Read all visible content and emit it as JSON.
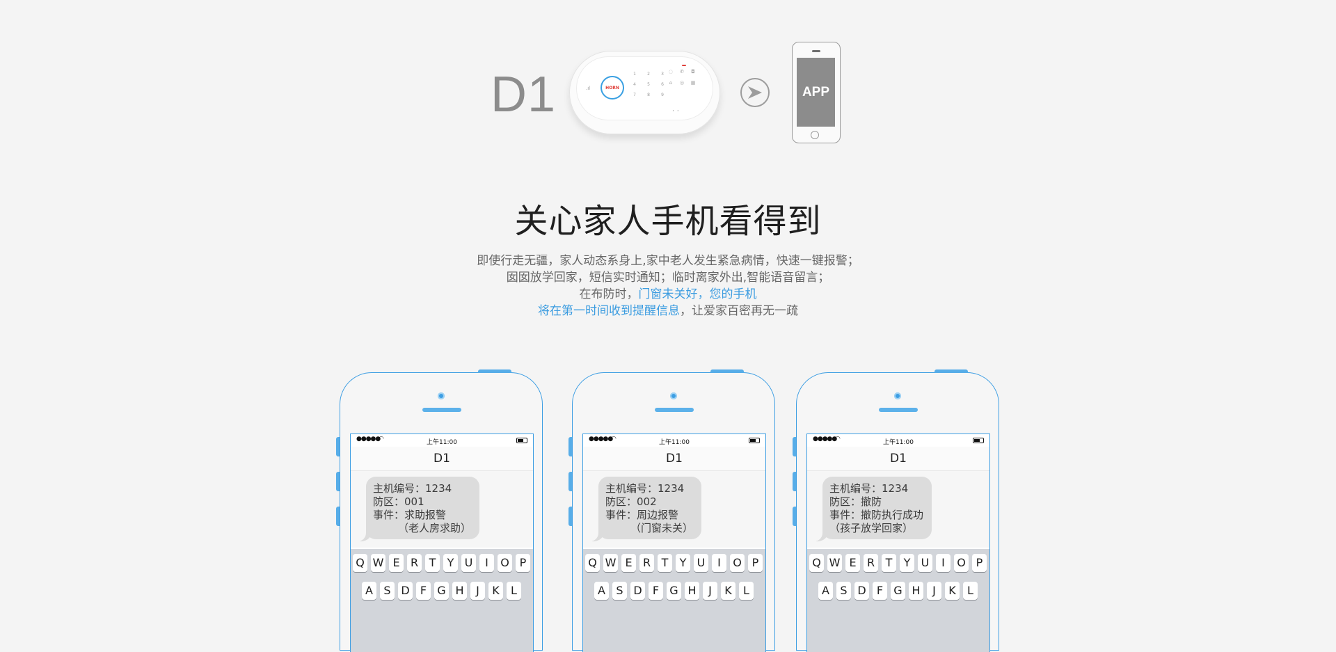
{
  "hero": {
    "model": "D1",
    "device_logo": "HORN",
    "device_keys": [
      "1",
      "2",
      "3",
      "4",
      "5",
      "6",
      "7",
      "8",
      "9"
    ],
    "app_label": "APP"
  },
  "headline": "关心家人手机看得到",
  "description": {
    "line1": "即使行走无疆，家人动态系身上,家中老人发生紧急病情，快速一键报警；",
    "line2": "囡囡放学回家，短信实时通知；临时离家外出,智能语音留言；",
    "line3_plain": "在布防时，",
    "line3_highlight": "门窗未关好，您的手机",
    "line4_highlight": "将在第一时间收到提醒信息",
    "line4_plain": "，让爱家百密再无一疏"
  },
  "colors": {
    "accent": "#3b9ce0",
    "text": "#666666",
    "phone_outline": "#3d9ee3"
  },
  "phones": [
    {
      "status_time": "上午11:00",
      "contact": "D1",
      "message": {
        "host": "主机编号：1234",
        "zone": "防区：001",
        "event": "事件：求助报警",
        "note": "（老人房求助）"
      }
    },
    {
      "status_time": "上午11:00",
      "contact": "D1",
      "message": {
        "host": "主机编号：1234",
        "zone": "防区：002",
        "event": "事件：周边报警",
        "note": "（门窗未关）"
      }
    },
    {
      "status_time": "上午11:00",
      "contact": "D1",
      "message": {
        "host": "主机编号：1234",
        "zone": "防区：撤防",
        "event": "事件：撤防执行成功",
        "note": "（孩子放学回家）"
      }
    }
  ],
  "keyboard": {
    "row1": [
      "Q",
      "W",
      "E",
      "R",
      "T",
      "Y",
      "U",
      "I",
      "O",
      "P"
    ],
    "row2": [
      "A",
      "S",
      "D",
      "F",
      "G",
      "H",
      "J",
      "K",
      "L"
    ]
  },
  "icons": {
    "arrow": "arrow-right-icon",
    "wifi": "wifi-icon",
    "battery": "battery-icon",
    "signal": "signal-icon"
  }
}
